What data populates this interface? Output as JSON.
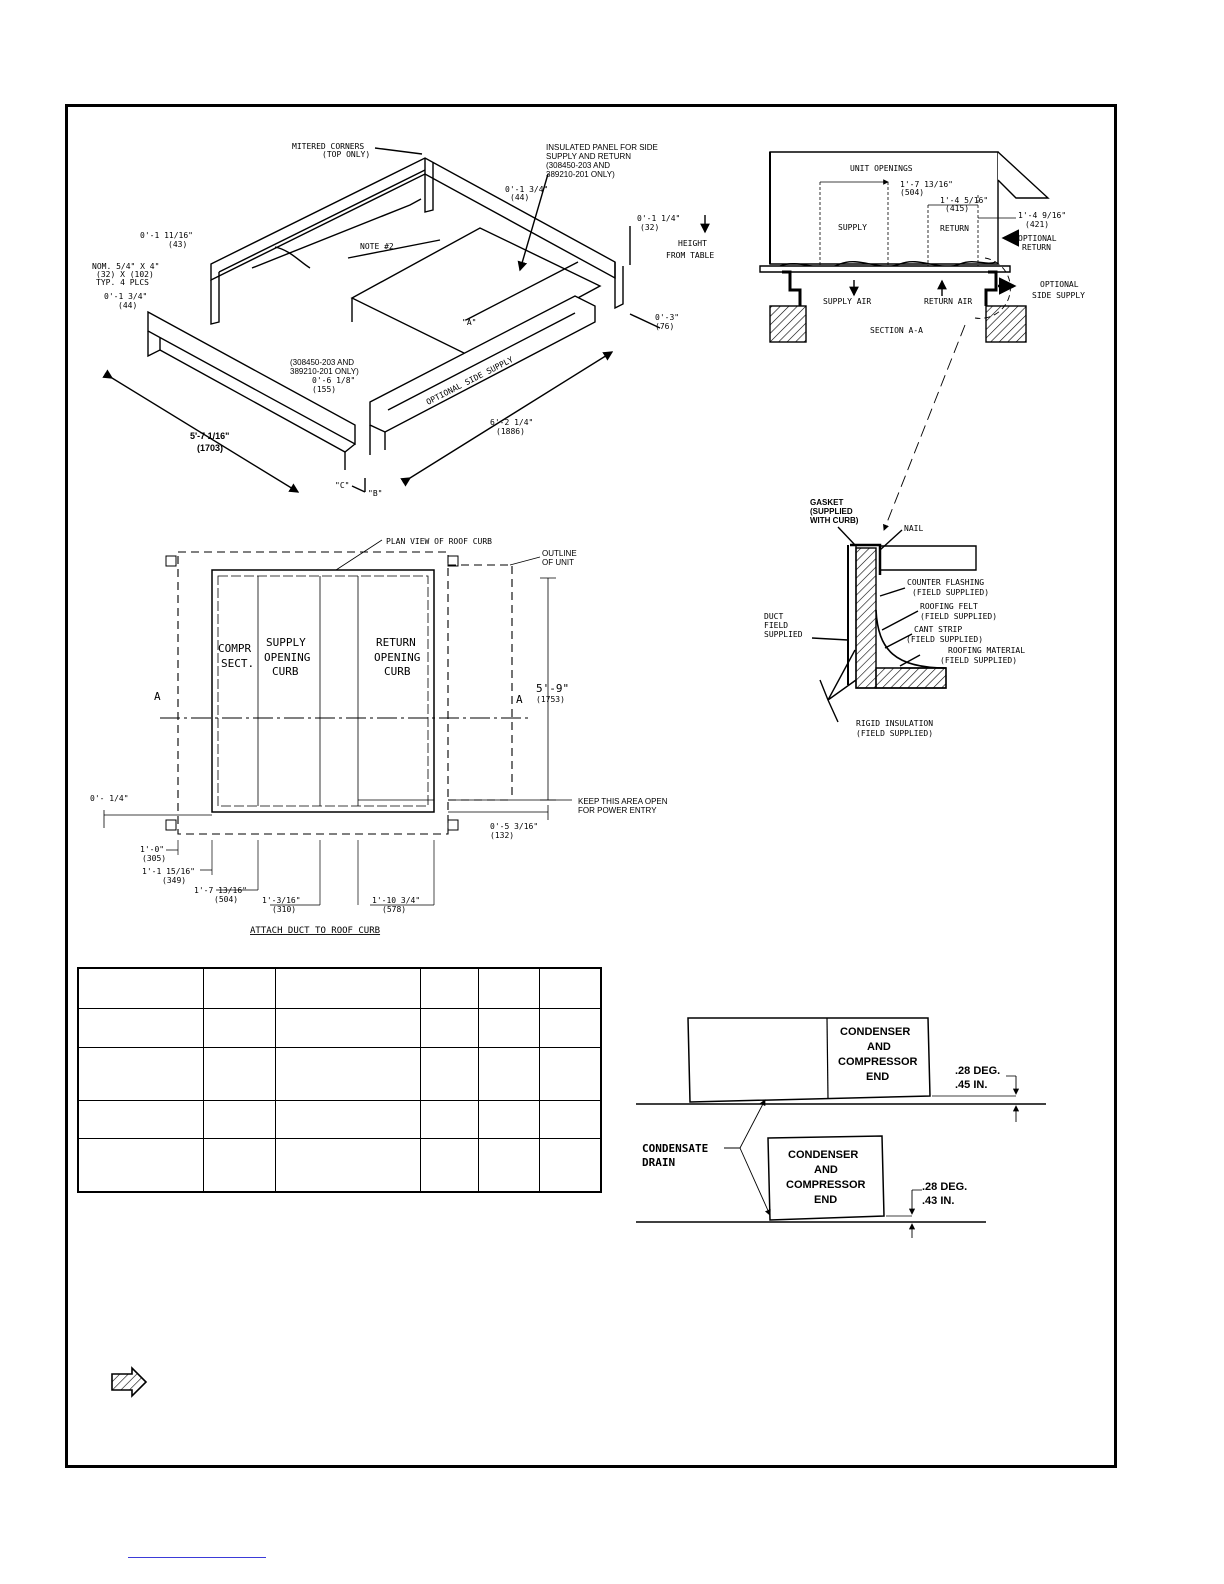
{
  "curb_iso": {
    "mitered_corners": "MITERED CORNERS",
    "top_only": "(TOP ONLY)",
    "insulated_panel": [
      "INSULATED PANEL FOR SIDE",
      "SUPPLY AND RETURN",
      "(308450-203 AND",
      "389210-201 ONLY)"
    ],
    "dim_1_3_4_top": "0'-1 3/4\"",
    "dim_44_top": "(44)",
    "dim_1_11_16": "0'-1 11/16\"",
    "dim_43": "(43)",
    "note2": "NOTE #2",
    "nom": [
      "NOM. 5/4\" X 4\"",
      "(32) X (102)",
      "TYP. 4 PLCS"
    ],
    "dim_1_3_4_left": "0'-1 3/4\"",
    "dim_44_left": "(44)",
    "dim_1_1_4": "0'-1 1/4\"",
    "dim_32": "(32)",
    "height_from_table": [
      "HEIGHT",
      "FROM TABLE"
    ],
    "dim_3": "0'-3\"",
    "dim_76": "(76)",
    "label_a": "\"A\"",
    "optional_side_supply": "OPTIONAL SIDE SUPPLY",
    "ref_203": [
      "(308450-203 AND",
      "389210-201 ONLY)"
    ],
    "dim_6_1_8": "0'-6 1/8\"",
    "dim_155": "(155)",
    "dim_5_7": "5'-7 1/16\"",
    "dim_1703": "(1703)",
    "dim_6_2": "6'-2 1/4\"",
    "dim_1886": "(1886)",
    "label_c": "\"C\"",
    "label_b": "\"B\""
  },
  "section_aa": {
    "unit_openings": "UNIT OPENINGS",
    "dim_1_7": "1'-7 13/16\"",
    "dim_504": "(504)",
    "dim_1_4_5": "1'-4 5/16\"",
    "dim_415": "(415)",
    "dim_1_4_9": "1'-4 9/16\"",
    "dim_421": "(421)",
    "supply": "SUPPLY",
    "return": "RETURN",
    "optional_return": [
      "OPTIONAL",
      "RETURN"
    ],
    "optional_side_supply": [
      "OPTIONAL",
      "SIDE SUPPLY"
    ],
    "supply_air": "SUPPLY AIR",
    "return_air": "RETURN AIR",
    "section": "SECTION A-A"
  },
  "flashing": {
    "gasket": [
      "GASKET",
      "(SUPPLIED",
      "WITH CURB)"
    ],
    "nail": "NAIL",
    "counter_flashing": [
      "COUNTER FLASHING",
      "(FIELD SUPPLIED)"
    ],
    "roofing_felt": [
      "ROOFING FELT",
      "(FIELD SUPPLIED)"
    ],
    "cant_strip": [
      "CANT STRIP",
      "(FIELD SUPPLIED)"
    ],
    "roofing_material": [
      "ROOFING MATERIAL",
      "(FIELD SUPPLIED)"
    ],
    "duct": [
      "DUCT",
      "FIELD",
      "SUPPLIED"
    ],
    "rigid_insulation": [
      "RIGID INSULATION",
      "(FIELD SUPPLIED)"
    ]
  },
  "plan": {
    "plan_view": "PLAN VIEW OF ROOF CURB",
    "outline": [
      "OUTLINE",
      "OF UNIT"
    ],
    "compr": [
      "COMPR",
      "SECT."
    ],
    "supply": [
      "SUPPLY",
      "OPENING",
      "CURB"
    ],
    "return": [
      "RETURN",
      "OPENING",
      "CURB"
    ],
    "a_left": "A",
    "a_right": "A",
    "dim_5_9": "5'-9\"",
    "dim_1753": "(1753)",
    "dim_1_4": "0'- 1/4\"",
    "keep_open": [
      "KEEP THIS AREA OPEN",
      "FOR POWER ENTRY"
    ],
    "dim_5_3_16": "0'-5 3/16\"",
    "dim_132": "(132)",
    "dim_1_0": "1'-0\"",
    "dim_305": "(305)",
    "dim_1_1_15": "1'-1 15/16\"",
    "dim_349": "(349)",
    "dim_1_7_13": "1'-7 13/16\"",
    "dim_504": "(504)",
    "dim_1_3_16": "1'-3/16\"",
    "dim_310": "(310)",
    "dim_1_10": "1'-10 3/4\"",
    "dim_578": "(578)",
    "caption": "ATTACH DUCT TO ROOF CURB"
  },
  "slope": {
    "top_box": [
      "CONDENSER",
      "AND",
      "COMPRESSOR",
      "END"
    ],
    "top_deg": ".28 DEG.",
    "top_in": ".45 IN.",
    "condensate": [
      "CONDENSATE",
      "DRAIN"
    ],
    "bottom_box": [
      "CONDENSER",
      "AND",
      "COMPRESSOR",
      "END"
    ],
    "bottom_deg": ".28 DEG.",
    "bottom_in": ".43 IN."
  },
  "table": {
    "rows": [
      [
        "",
        "",
        "",
        "",
        "",
        ""
      ],
      [
        "",
        "",
        "",
        "",
        "",
        ""
      ],
      [
        "",
        "",
        "",
        "",
        "",
        ""
      ],
      [
        "",
        "",
        "",
        "",
        "",
        ""
      ],
      [
        "",
        "",
        "",
        "",
        "",
        ""
      ]
    ]
  },
  "note_icon": "arrow-right-icon"
}
